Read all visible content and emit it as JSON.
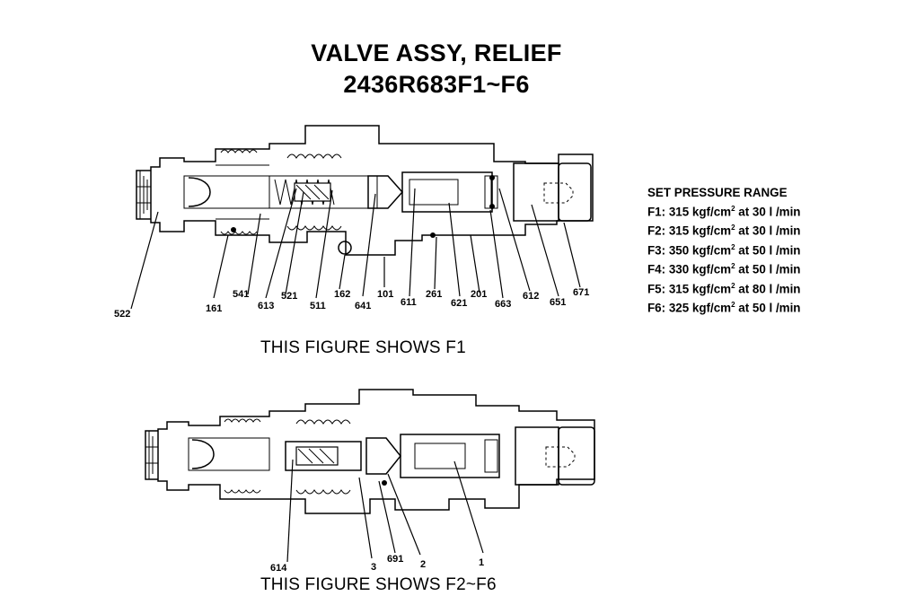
{
  "title": {
    "line1": "VALVE ASSY, RELIEF",
    "line2": "2436R683F1~F6"
  },
  "captions": {
    "figure1": "THIS FIGURE SHOWS F1",
    "figure2": "THIS FIGURE SHOWS F2~F6"
  },
  "set_pressure": {
    "heading": "SET PRESSURE RANGE",
    "rows": [
      {
        "id": "F1",
        "pressure": "315",
        "unit": "kgf/cm",
        "flow": "at 30 l /min"
      },
      {
        "id": "F2",
        "pressure": "315",
        "unit": "kgf/cm",
        "flow": "at 30 l /min"
      },
      {
        "id": "F3",
        "pressure": "350",
        "unit": "kgf/cm",
        "flow": "at 50 l /min"
      },
      {
        "id": "F4",
        "pressure": "330",
        "unit": "kgf/cm",
        "flow": "at 50 l /min"
      },
      {
        "id": "F5",
        "pressure": "315",
        "unit": "kgf/cm",
        "flow": "at 80 l /min"
      },
      {
        "id": "F6",
        "pressure": "325",
        "unit": "kgf/cm",
        "flow": "at 50 l /min"
      }
    ],
    "unit_exponent": "2"
  },
  "figure1_parts": [
    "522",
    "161",
    "541",
    "613",
    "521",
    "511",
    "162",
    "641",
    "101",
    "611",
    "261",
    "621",
    "201",
    "663",
    "612",
    "651",
    "671"
  ],
  "figure2_parts": [
    "614",
    "3",
    "691",
    "2",
    "1"
  ]
}
